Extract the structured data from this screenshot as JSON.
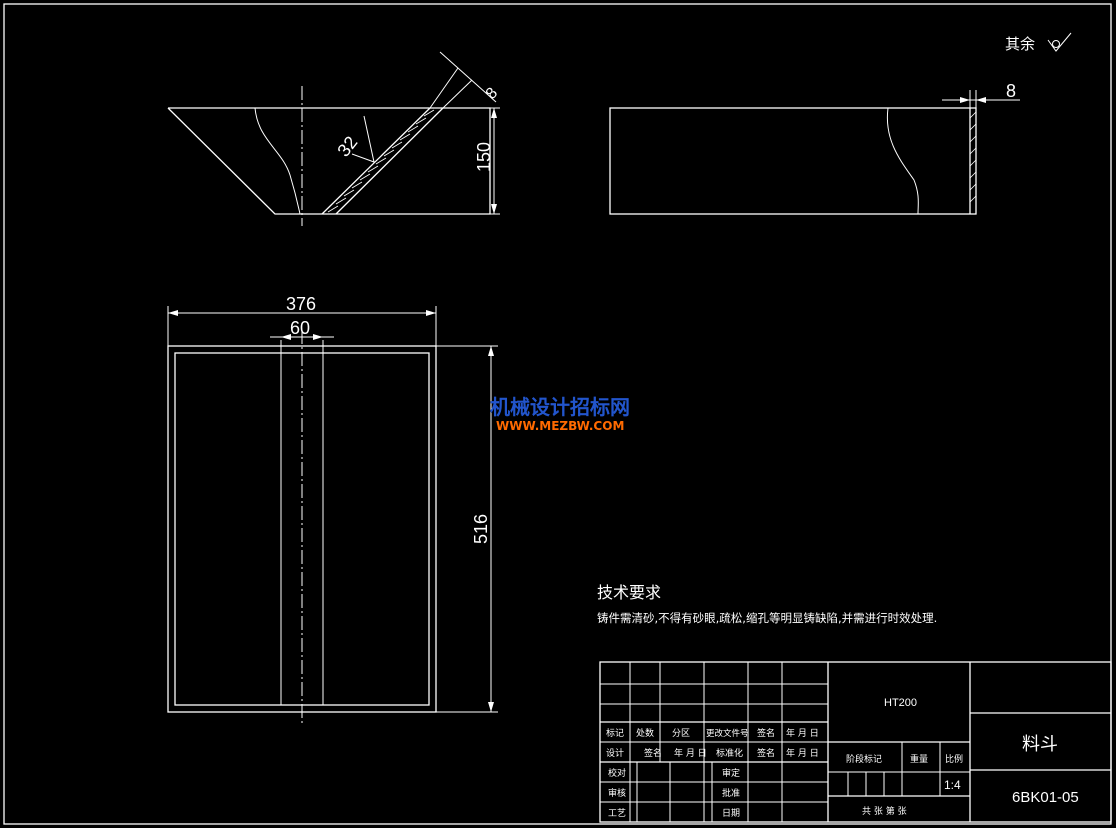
{
  "drawing": {
    "roughness_note": "其余",
    "dimensions": {
      "chamfer_angle": "32",
      "wall_thickness": "8",
      "height": "150",
      "side_thickness": "8",
      "width": "376",
      "center_width": "60",
      "length": "516"
    },
    "technical_requirements": {
      "title": "技术要求",
      "text": "铸件需清砂,不得有砂眼,疏松,缩孔等明显铸缺陷,并需进行时效处理."
    },
    "watermark": {
      "line1": "机械设计招标网",
      "line2": "WWW.MEZBW.COM"
    }
  },
  "title_block": {
    "material": "HT200",
    "part_name": "料斗",
    "drawing_number": "6BK01-05",
    "scale": "1:4",
    "headers": {
      "mark": "标记",
      "count": "处数",
      "zone": "分区",
      "change_doc": "更改文件号",
      "signature": "签名",
      "date": "年 月 日",
      "design": "设计",
      "signature2": "签名",
      "date2": "年 月 日",
      "standardization": "标准化",
      "signature3": "签名",
      "date3": "年 月 日",
      "check": "校对",
      "review": "审核",
      "process": "工艺",
      "approve_review": "审定",
      "approve": "批准",
      "date_label": "日期",
      "stage_mark": "阶段标记",
      "weight": "重量",
      "ratio": "比例",
      "total_sheets": "共    张    第    张"
    }
  }
}
